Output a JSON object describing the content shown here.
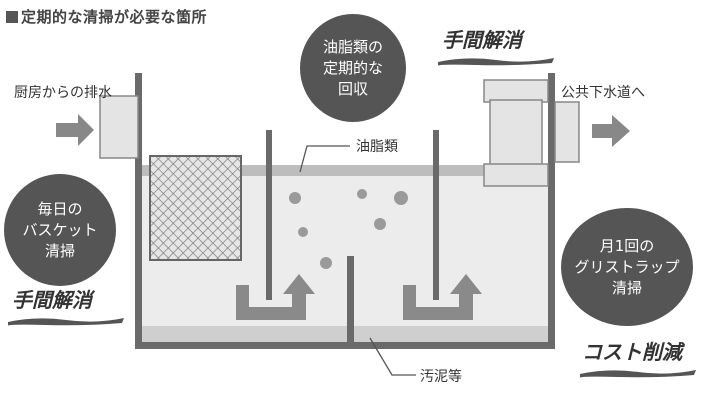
{
  "title": "定期的な清掃が必要な箇所",
  "labels": {
    "inlet": "厨房からの排水",
    "outlet": "公共下水道へ",
    "grease": "油脂類",
    "sludge": "汚泥等"
  },
  "bubbles": {
    "grease_recovery": "油脂類の\n定期的な\n回収",
    "basket": "毎日の\nバスケット\n清掃",
    "monthly": "月1回の\nグリストラップ\n清掃"
  },
  "badges": {
    "top_right": "手間解消",
    "left": "手間解消",
    "bottom_right": "コスト削減"
  },
  "colors": {
    "bubble": "#555555",
    "tank_wall": "#6a6a6a",
    "water": "#ececec",
    "grease_layer": "#bdbdbd",
    "sludge_layer": "#cfcfcf",
    "arrow": "#8a8a8a"
  }
}
